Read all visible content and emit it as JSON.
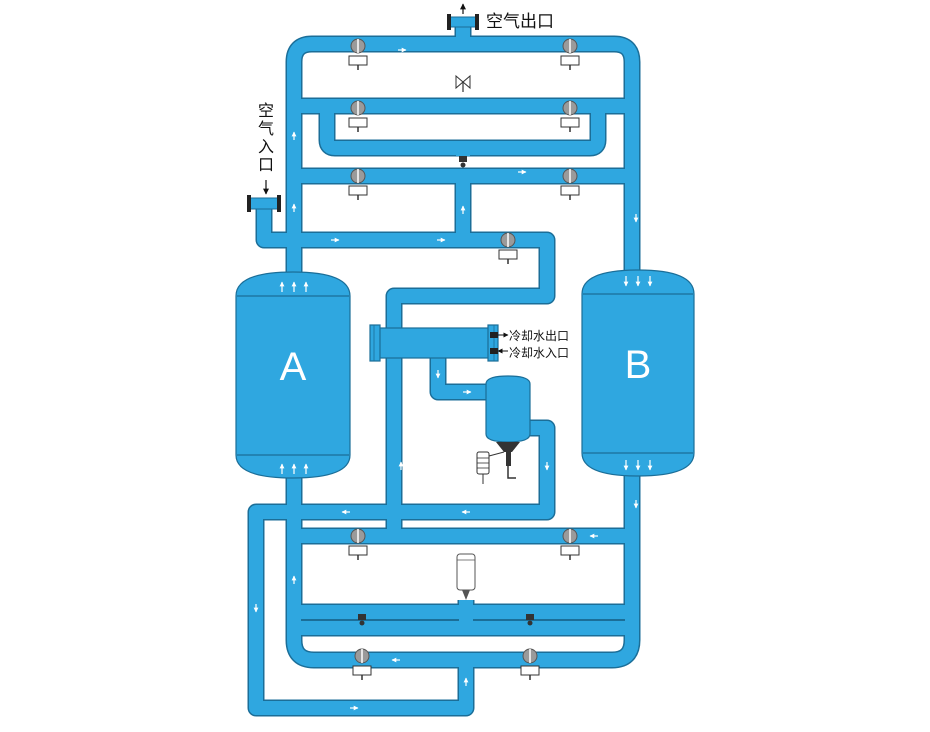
{
  "labels": {
    "air_outlet": "空气出口",
    "air_inlet_chars": [
      "空",
      "气",
      "入",
      "口"
    ],
    "cooling_water_outlet": "冷却水出口",
    "cooling_water_inlet": "冷却水入口",
    "tank_a": "A",
    "tank_b": "B"
  },
  "colors": {
    "pipe": "#2fa7e0",
    "pipe_outline": "#1b6e98",
    "tank": "#2fa7e0",
    "flow_arrow": "#ffffff",
    "valve_gray": "#8a8a8a",
    "text": "#111111",
    "background": "#ffffff"
  },
  "icons": {
    "valve": "butterfly-valve-icon",
    "check_valve": "check-valve-icon",
    "drain": "drain-valve-icon",
    "filter": "filter-icon",
    "flange": "flange-icon"
  }
}
